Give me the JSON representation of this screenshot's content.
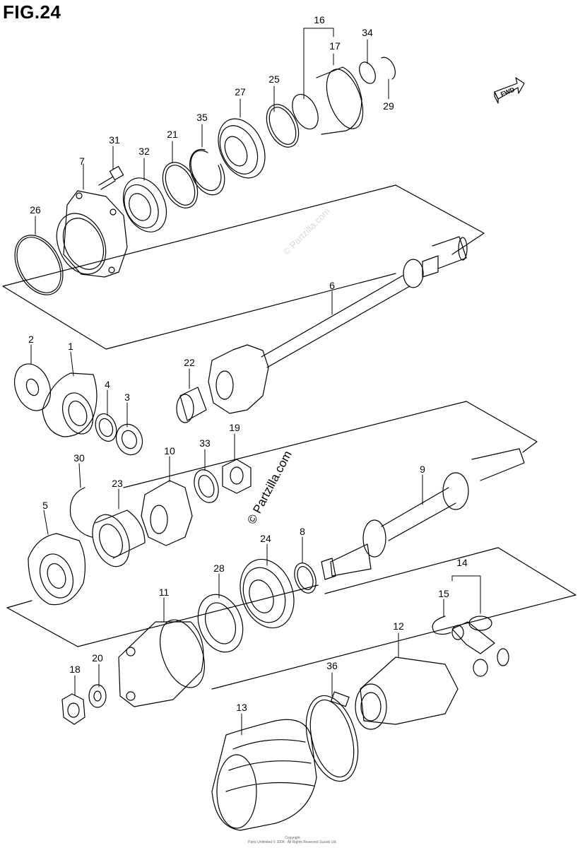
{
  "figure": {
    "title": "FIG.24",
    "fwd_label": "FWD",
    "main_watermark": "© Partzilla.com",
    "corner_watermark": "© Partzilla.com",
    "footer_line1": "Copyright",
    "footer_line2": "Parts Unlimited © 2004 · All Rights Reserved Suzuki Ltd."
  },
  "callouts": {
    "c1": "1",
    "c2": "2",
    "c3": "3",
    "c4": "4",
    "c5": "5",
    "c6": "6",
    "c7": "7",
    "c8": "8",
    "c9": "9",
    "c10": "10",
    "c11": "11",
    "c12": "12",
    "c13": "13",
    "c14": "14",
    "c15": "15",
    "c16": "16",
    "c17": "17",
    "c18": "18",
    "c19": "19",
    "c20": "20",
    "c21": "21",
    "c22": "22",
    "c23": "23",
    "c24": "24",
    "c25": "25",
    "c26": "26",
    "c27": "27",
    "c28": "28",
    "c29": "29",
    "c30": "30",
    "c31": "31",
    "c32": "32",
    "c33": "33",
    "c34": "34",
    "c35": "35",
    "c36": "36"
  }
}
